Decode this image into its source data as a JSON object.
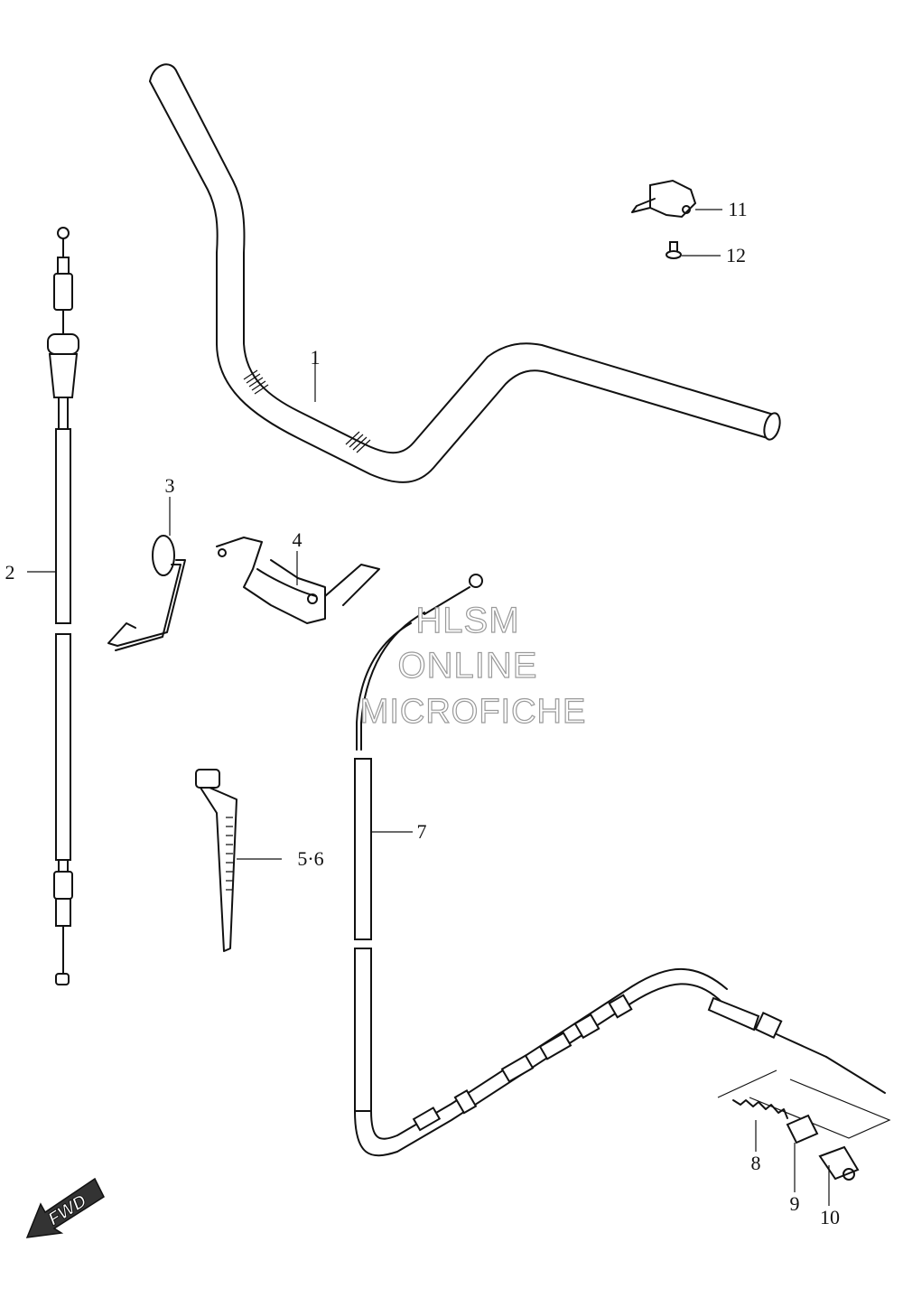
{
  "callouts": {
    "c1": "1",
    "c2": "2",
    "c3": "3",
    "c4": "4",
    "c56": "5·6",
    "c7": "7",
    "c8": "8",
    "c9": "9",
    "c10": "10",
    "c11": "11",
    "c12": "12"
  },
  "watermark": {
    "line1": "HLSM",
    "line2": "ONLINE",
    "line3": "MICROFICHE"
  },
  "fwd_badge": {
    "label": "FWD"
  }
}
